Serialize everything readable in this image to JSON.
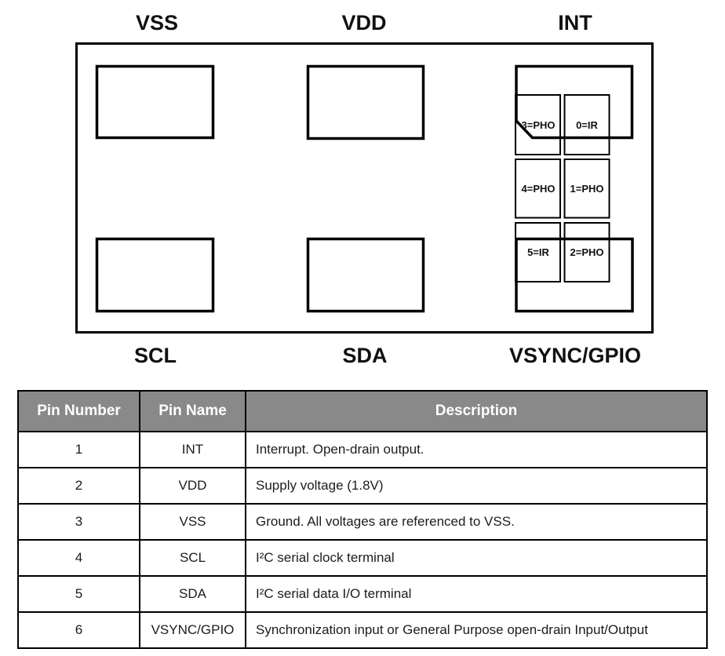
{
  "diagram": {
    "top_pins": [
      "VSS",
      "VDD",
      "INT"
    ],
    "bottom_pins": [
      "SCL",
      "SDA",
      "VSYNC/GPIO"
    ],
    "detector_cells": [
      [
        "3=PHO",
        "0=IR"
      ],
      [
        "4=PHO",
        "1=PHO"
      ],
      [
        "5=IR",
        "2=PHO"
      ]
    ]
  },
  "pin_table": {
    "headers": [
      "Pin Number",
      "Pin Name",
      "Description"
    ],
    "rows": [
      {
        "number": "1",
        "name": "INT",
        "description": "Interrupt. Open-drain output."
      },
      {
        "number": "2",
        "name": "VDD",
        "description": "Supply voltage (1.8V)"
      },
      {
        "number": "3",
        "name": "VSS",
        "description": "Ground. All voltages are referenced to VSS."
      },
      {
        "number": "4",
        "name": "SCL",
        "description": "I²C serial clock terminal"
      },
      {
        "number": "5",
        "name": "SDA",
        "description": "I²C serial data I/O terminal"
      },
      {
        "number": "6",
        "name": "VSYNC/GPIO",
        "description": "Synchronization input or General Purpose open-drain Input/Output"
      }
    ]
  },
  "colors": {
    "header_bg": "#898989",
    "header_text": "#ffffff",
    "line": "#000000"
  }
}
